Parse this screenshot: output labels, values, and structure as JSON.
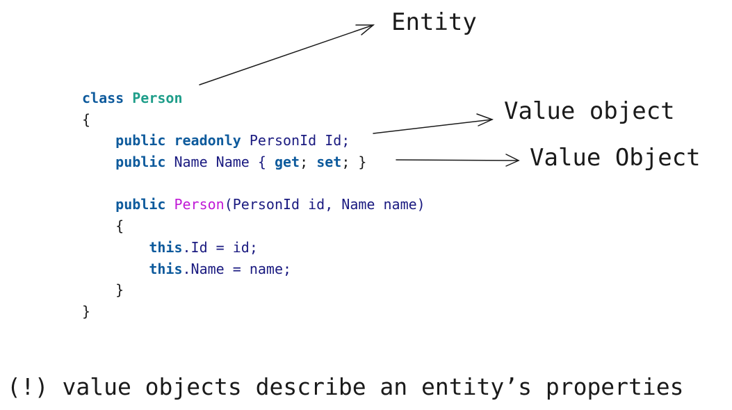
{
  "labels": {
    "entity": "Entity",
    "value_object_1": "Value object",
    "value_object_2": "Value Object"
  },
  "note": "(!) value objects describe an entity’s properties",
  "code": {
    "l1": {
      "kw": "class",
      "type": "Person"
    },
    "l2": {
      "text": "{"
    },
    "l3": {
      "kw1": "public",
      "kw2": "readonly",
      "rest": "PersonId Id;"
    },
    "l4": {
      "kw1": "public",
      "mid": "Name Name { ",
      "kw2": "get",
      "sep": "; ",
      "kw3": "set",
      "end": "; }"
    },
    "l5": {
      "text": ""
    },
    "l6": {
      "kw": "public",
      "method": "Person",
      "rest": "(PersonId id, Name name)"
    },
    "l7": {
      "text": "{"
    },
    "l8": {
      "kw": "this",
      "rest": ".Id = id;"
    },
    "l9": {
      "kw": "this",
      "rest": ".Name = name;"
    },
    "l10": {
      "text": "}"
    },
    "l11": {
      "text": "}"
    }
  },
  "colors": {
    "keyword": "#0d5a9c",
    "type": "#1f9e8a",
    "method": "#c019d6",
    "identifier": "#1a1a80"
  }
}
